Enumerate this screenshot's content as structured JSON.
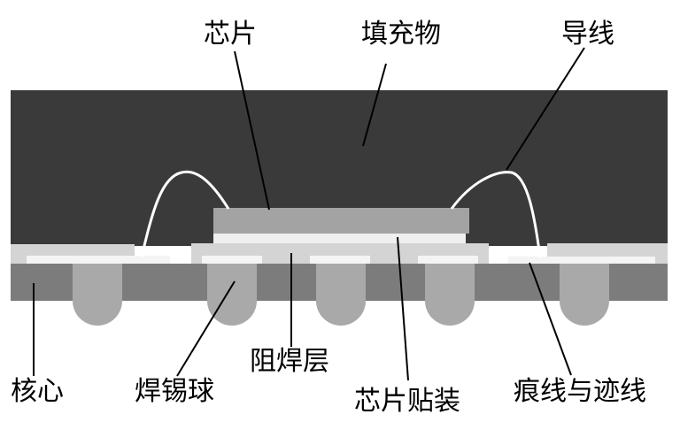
{
  "labels": {
    "chip": "芯片",
    "filler": "填充物",
    "wire": "导线",
    "core": "核心",
    "solder_ball": "焊锡球",
    "solder_mask": "阻焊层",
    "die_attach": "芯片贴装",
    "trace": "痕线与迹线"
  },
  "colors": {
    "mold": "#3a3a3a",
    "die": "#a3a3a3",
    "die_attach": "#efefef",
    "solder_mask": "#d4d4d4",
    "trace": "#f4f4f4",
    "core": "#7c7c7c",
    "solder_ball": "#a9a9a9",
    "wire": "#ffffff",
    "leader": "#000000"
  }
}
